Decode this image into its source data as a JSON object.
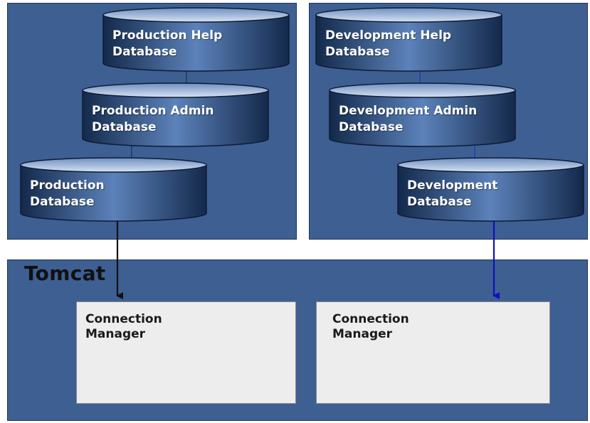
{
  "production": {
    "help_db": "Production Help\nDatabase",
    "admin_db": "Production Admin\nDatabase",
    "db": "Production\nDatabase"
  },
  "development": {
    "help_db": "Development Help\nDatabase",
    "admin_db": "Development Admin\nDatabase",
    "db": "Development\nDatabase"
  },
  "tomcat": {
    "title": "Tomcat",
    "connection_manager_left": "Connection\nManager",
    "connection_manager_right": "Connection\nManager"
  },
  "colors": {
    "panel": "#3e5f92",
    "cylinder_dark": "#13294b",
    "cylinder_light": "#5c82ba",
    "prod_arrow": "#111111",
    "dev_arrow": "#1010c0"
  }
}
